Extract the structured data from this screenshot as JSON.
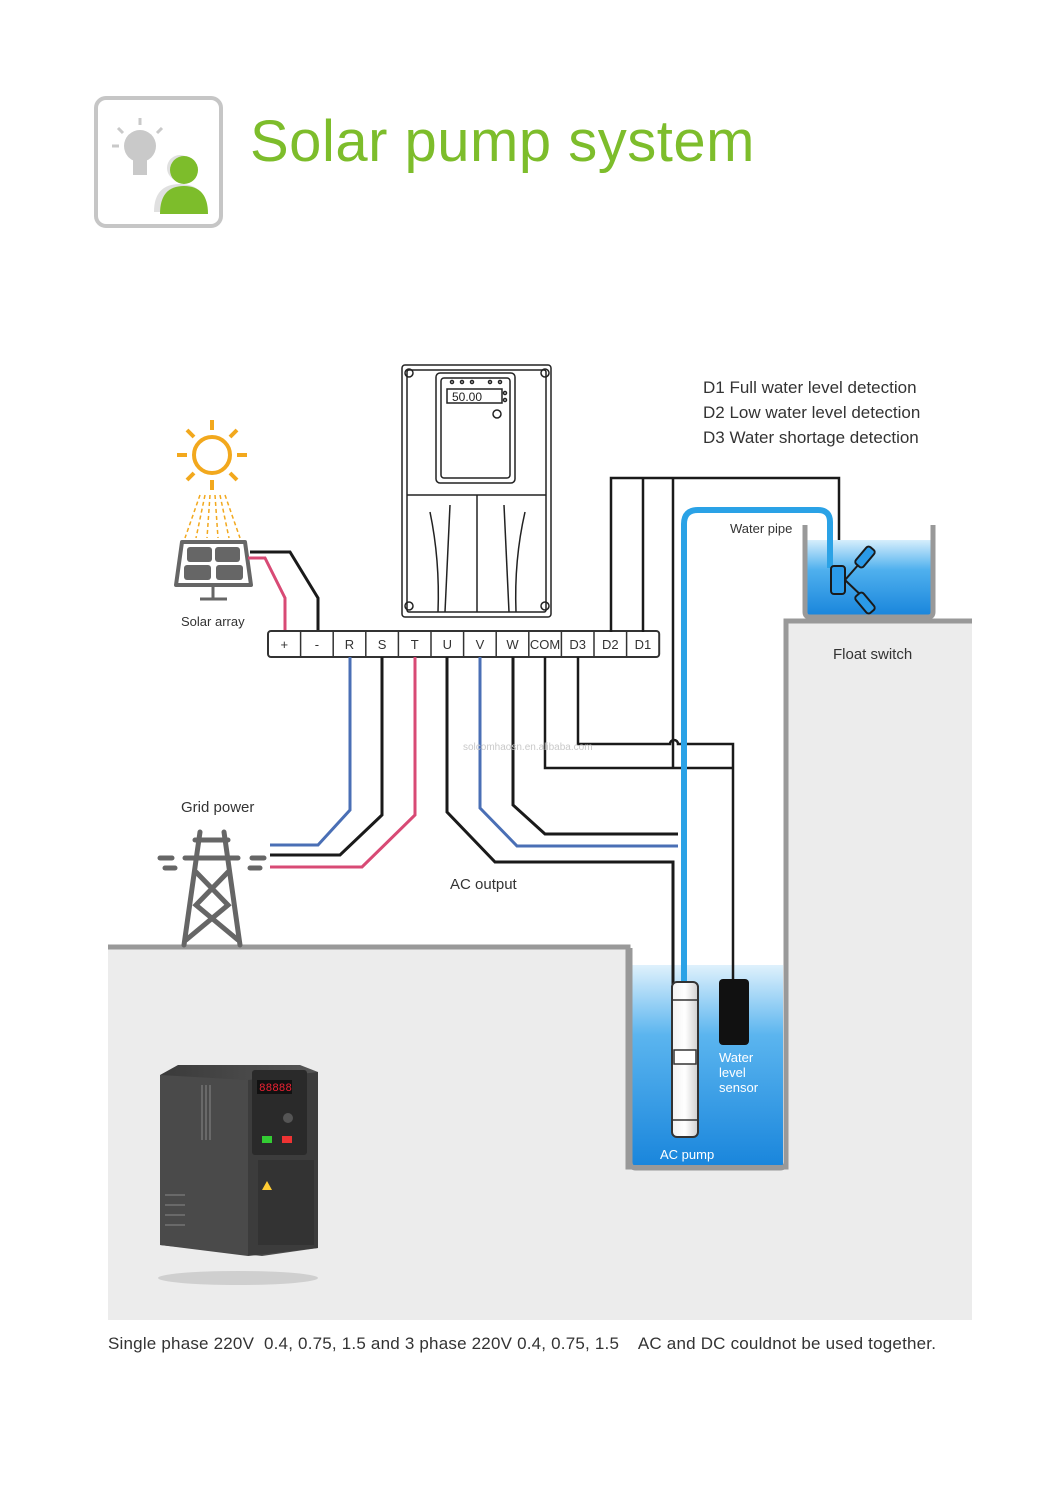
{
  "title": "Solar pump system",
  "legend": [
    "D1 Full water level detection",
    "D2 Low water level detection",
    "D3 Water shortage detection"
  ],
  "labels": {
    "solar_array": "Solar array",
    "grid_power": "Grid power",
    "ac_output": "AC output",
    "water_pipe": "Water pipe",
    "float_switch": "Float switch",
    "water_level_sensor": "Water level sensor",
    "ac_pump": "AC pump"
  },
  "terminals": [
    "+",
    "-",
    "R",
    "S",
    "T",
    "U",
    "V",
    "W",
    "COM",
    "D3",
    "D2",
    "D1"
  ],
  "inverter_display": "50.00",
  "watermark": "solcomhaosn.en.alibaba.com",
  "footer": "Single phase 220V  0.4, 0.75, 1.5 and 3 phase 220V 0.4, 0.75, 1.5    AC and DC couldnot be used together.",
  "colors": {
    "title_green": "#7dbd2b",
    "wire_blue": "#4a6fb5",
    "wire_red": "#d84a75",
    "wire_black": "#1a1a1a",
    "water_blue": "#1f8fe0",
    "pipe_blue": "#2aa2e6",
    "sun_orange": "#f2a81d"
  },
  "icons": [
    "lightbulb-user-icon",
    "sun-icon",
    "solar-panel-icon",
    "power-tower-icon",
    "float-switch-icon",
    "pump-icon",
    "sensor-icon",
    "inverter-icon"
  ]
}
